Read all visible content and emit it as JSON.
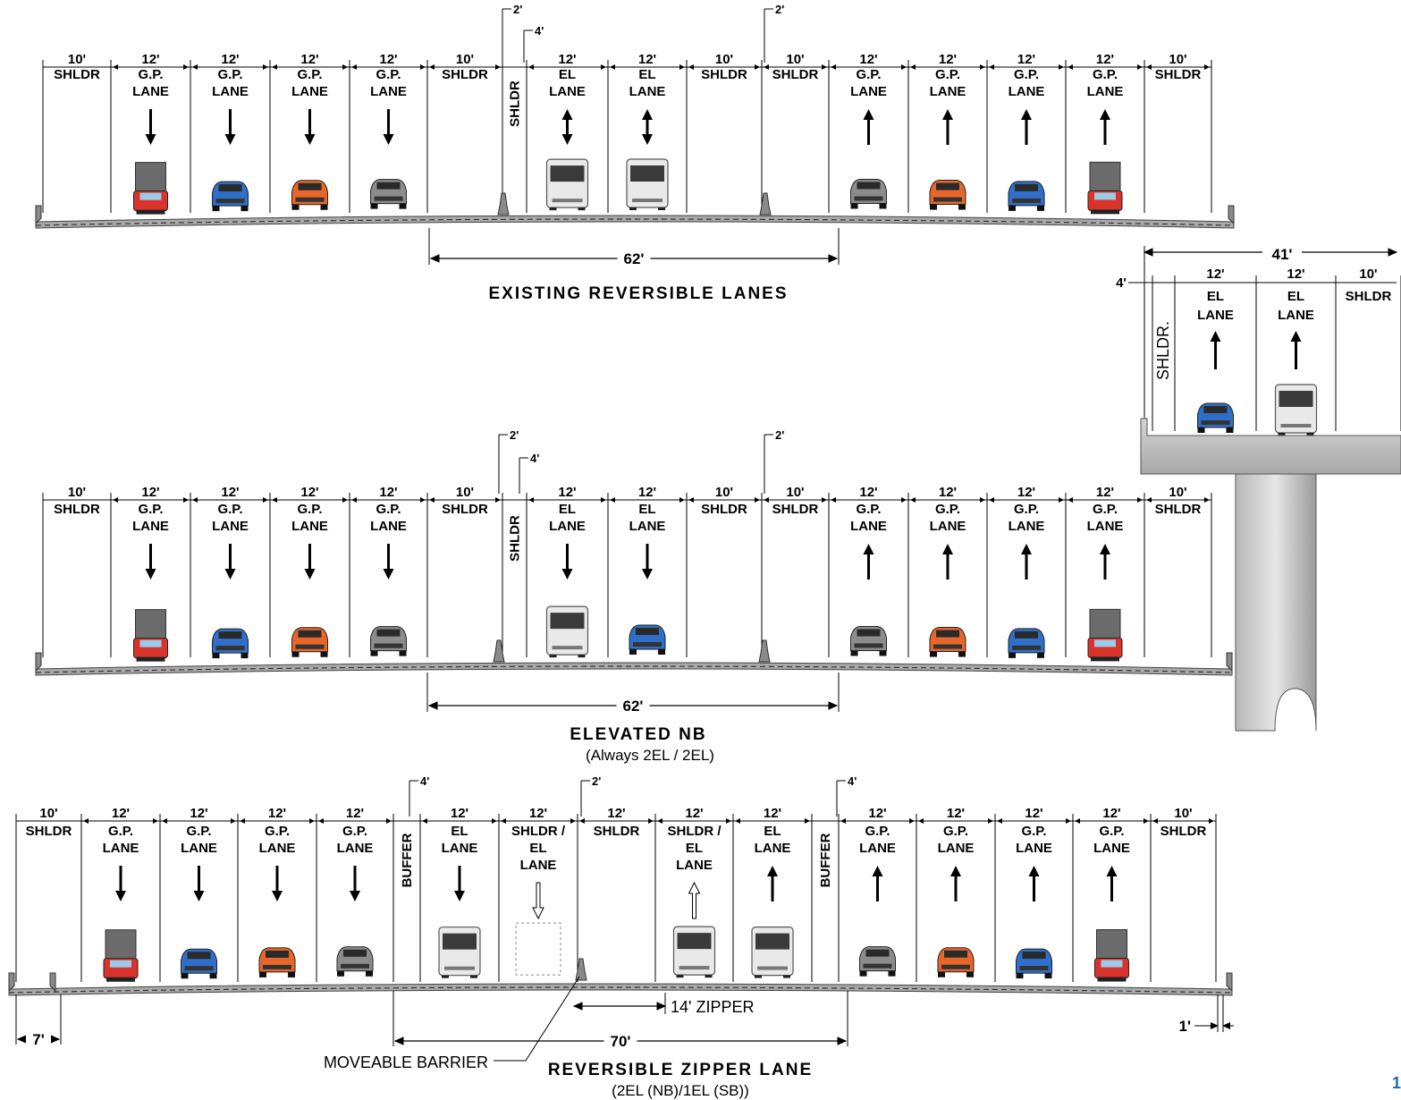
{
  "page_number": "1",
  "existing": {
    "title": "EXISTING REVERSIBLE LANES",
    "lanes": [
      {
        "w": "10'",
        "label": "SHLDR",
        "arrow": "none"
      },
      {
        "w": "12'",
        "label": "G.P.\nLANE",
        "arrow": "down",
        "vehicle": "truck"
      },
      {
        "w": "12'",
        "label": "G.P.\nLANE",
        "arrow": "down",
        "vehicle": "car-blue"
      },
      {
        "w": "12'",
        "label": "G.P.\nLANE",
        "arrow": "down",
        "vehicle": "car-orange"
      },
      {
        "w": "12'",
        "label": "G.P.\nLANE",
        "arrow": "down",
        "vehicle": "car-gray"
      },
      {
        "w": "10'",
        "label": "SHLDR",
        "arrow": "none"
      },
      {
        "w": "",
        "label": "SHLDR",
        "arrow": "none",
        "rotated": true
      },
      {
        "w": "12'",
        "label": "EL\nLANE",
        "arrow": "both",
        "vehicle": "bus"
      },
      {
        "w": "12'",
        "label": "EL\nLANE",
        "arrow": "both",
        "vehicle": "bus"
      },
      {
        "w": "10'",
        "label": "SHLDR",
        "arrow": "none"
      },
      {
        "w": "10'",
        "label": "SHLDR",
        "arrow": "none"
      },
      {
        "w": "12'",
        "label": "G.P.\nLANE",
        "arrow": "up",
        "vehicle": "car-gray"
      },
      {
        "w": "12'",
        "label": "G.P.\nLANE",
        "arrow": "up",
        "vehicle": "car-orange"
      },
      {
        "w": "12'",
        "label": "G.P.\nLANE",
        "arrow": "up",
        "vehicle": "car-blue"
      },
      {
        "w": "12'",
        "label": "G.P.\nLANE",
        "arrow": "up",
        "vehicle": "truck"
      },
      {
        "w": "10'",
        "label": "SHLDR",
        "arrow": "none"
      }
    ],
    "callouts": [
      "2'",
      "4'",
      "2'"
    ],
    "span_dim": "62'"
  },
  "elevated": {
    "title": "ELEVATED NB",
    "subtitle": "(Always 2EL / 2EL)",
    "lanes": [
      {
        "w": "10'",
        "label": "SHLDR",
        "arrow": "none"
      },
      {
        "w": "12'",
        "label": "G.P.\nLANE",
        "arrow": "down",
        "vehicle": "truck"
      },
      {
        "w": "12'",
        "label": "G.P.\nLANE",
        "arrow": "down",
        "vehicle": "car-blue"
      },
      {
        "w": "12'",
        "label": "G.P.\nLANE",
        "arrow": "down",
        "vehicle": "car-orange"
      },
      {
        "w": "12'",
        "label": "G.P.\nLANE",
        "arrow": "down",
        "vehicle": "car-gray"
      },
      {
        "w": "10'",
        "label": "SHLDR",
        "arrow": "none"
      },
      {
        "w": "",
        "label": "SHLDR",
        "arrow": "none",
        "rotated": true
      },
      {
        "w": "12'",
        "label": "EL\nLANE",
        "arrow": "down",
        "vehicle": "bus"
      },
      {
        "w": "12'",
        "label": "EL\nLANE",
        "arrow": "down",
        "vehicle": "car-blue"
      },
      {
        "w": "10'",
        "label": "SHLDR",
        "arrow": "none"
      },
      {
        "w": "10'",
        "label": "SHLDR",
        "arrow": "none"
      },
      {
        "w": "12'",
        "label": "G.P.\nLANE",
        "arrow": "up",
        "vehicle": "car-gray"
      },
      {
        "w": "12'",
        "label": "G.P.\nLANE",
        "arrow": "up",
        "vehicle": "car-orange"
      },
      {
        "w": "12'",
        "label": "G.P.\nLANE",
        "arrow": "up",
        "vehicle": "car-blue"
      },
      {
        "w": "12'",
        "label": "G.P.\nLANE",
        "arrow": "up",
        "vehicle": "truck"
      },
      {
        "w": "10'",
        "label": "SHLDR",
        "arrow": "none"
      }
    ],
    "callouts": [
      "2'",
      "4'",
      "2'"
    ],
    "span_dim": "62'"
  },
  "bridge": {
    "total": "41'",
    "shoulder_dim": "4'",
    "shoulder_label": "SHLDR.",
    "lanes": [
      {
        "w": "12'",
        "label": "EL\nLANE",
        "arrow": "up",
        "vehicle": "car-blue"
      },
      {
        "w": "12'",
        "label": "EL\nLANE",
        "arrow": "up",
        "vehicle": "bus"
      },
      {
        "w": "10'",
        "label": "SHLDR",
        "arrow": "none"
      }
    ]
  },
  "zipper": {
    "title": "REVERSIBLE ZIPPER LANE",
    "subtitle": "(2EL (NB)/1EL (SB))",
    "lanes": [
      {
        "w": "10'",
        "label": "SHLDR",
        "arrow": "none"
      },
      {
        "w": "12'",
        "label": "G.P.\nLANE",
        "arrow": "down",
        "vehicle": "truck"
      },
      {
        "w": "12'",
        "label": "G.P.\nLANE",
        "arrow": "down",
        "vehicle": "car-blue"
      },
      {
        "w": "12'",
        "label": "G.P.\nLANE",
        "arrow": "down",
        "vehicle": "car-orange"
      },
      {
        "w": "12'",
        "label": "G.P.\nLANE",
        "arrow": "down",
        "vehicle": "car-gray"
      },
      {
        "w": "",
        "label": "BUFFER",
        "arrow": "none",
        "rotated": true
      },
      {
        "w": "12'",
        "label": "EL\nLANE",
        "arrow": "down",
        "vehicle": "bus"
      },
      {
        "w": "12'",
        "label": "SHLDR /\nEL\nLANE",
        "arrow": "hollow-down",
        "vehicle": "ghost"
      },
      {
        "w": "12'",
        "label": "SHLDR",
        "arrow": "none"
      },
      {
        "w": "12'",
        "label": "SHLDR /\nEL\nLANE",
        "arrow": "hollow-up",
        "vehicle": "bus"
      },
      {
        "w": "12'",
        "label": "EL\nLANE",
        "arrow": "up",
        "vehicle": "bus"
      },
      {
        "w": "",
        "label": "BUFFER",
        "arrow": "none",
        "rotated": true
      },
      {
        "w": "12'",
        "label": "G.P.\nLANE",
        "arrow": "up",
        "vehicle": "car-gray"
      },
      {
        "w": "12'",
        "label": "G.P.\nLANE",
        "arrow": "up",
        "vehicle": "car-orange"
      },
      {
        "w": "12'",
        "label": "G.P.\nLANE",
        "arrow": "up",
        "vehicle": "car-blue"
      },
      {
        "w": "12'",
        "label": "G.P.\nLANE",
        "arrow": "up",
        "vehicle": "truck"
      },
      {
        "w": "10'",
        "label": "SHLDR",
        "arrow": "none"
      }
    ],
    "callouts": [
      "4'",
      "2'",
      "4'"
    ],
    "zipper_dim": "14' ZIPPER",
    "span_dim": "70'",
    "left_dim": "7'",
    "right_dim": "1'",
    "barrier_label": "MOVEABLE BARRIER"
  },
  "colors": {
    "car-blue": "#2f6fc9",
    "car-orange": "#e8662a",
    "car-gray": "#8c8c8c",
    "truck-cab": "#d8342c",
    "bus": "#e9e9e9",
    "pavement": "#a9a9a9",
    "page_number": "#1f67b1"
  }
}
